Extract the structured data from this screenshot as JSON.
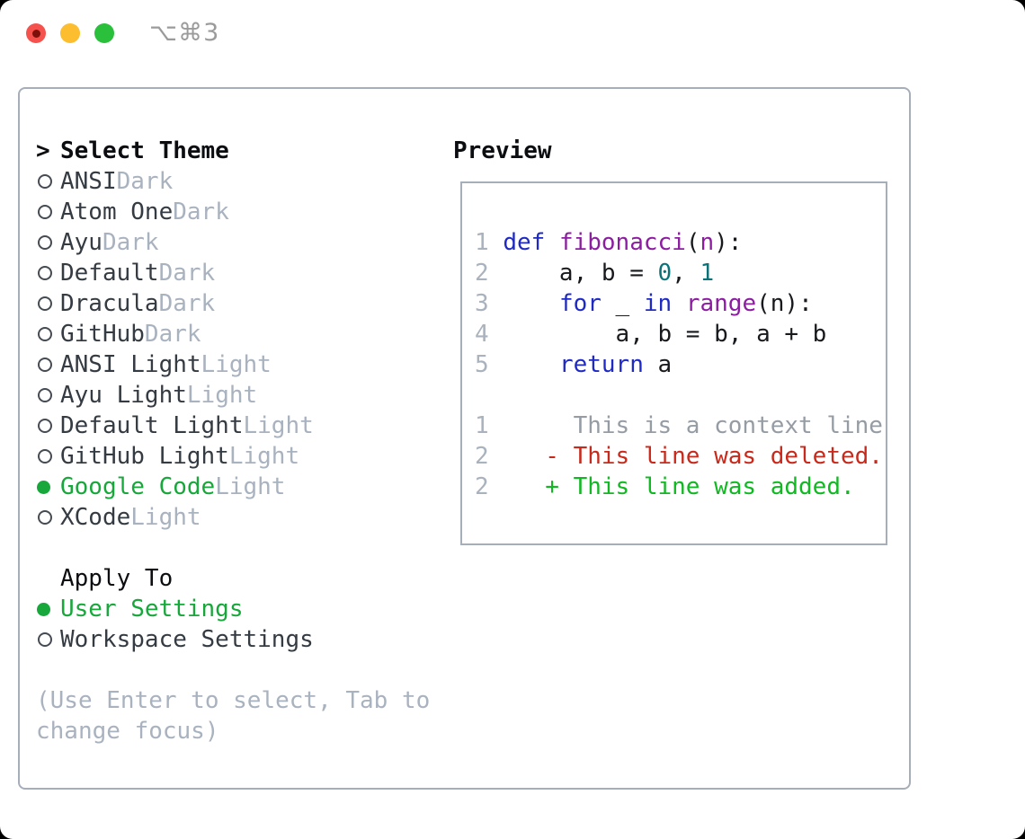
{
  "window": {
    "title": "⌥⌘3"
  },
  "titlebar": {
    "buttons": [
      "close",
      "minimize",
      "zoom"
    ]
  },
  "theme_picker": {
    "cursor": ">",
    "header": "Select Theme",
    "items": [
      {
        "name": "ANSI",
        "tag": "Dark",
        "selected": false
      },
      {
        "name": "Atom One",
        "tag": "Dark",
        "selected": false
      },
      {
        "name": "Ayu",
        "tag": "Dark",
        "selected": false
      },
      {
        "name": "Default",
        "tag": "Dark",
        "selected": false
      },
      {
        "name": "Dracula",
        "tag": "Dark",
        "selected": false
      },
      {
        "name": "GitHub",
        "tag": "Dark",
        "selected": false
      },
      {
        "name": "ANSI Light",
        "tag": "Light",
        "selected": false
      },
      {
        "name": "Ayu Light",
        "tag": "Light",
        "selected": false
      },
      {
        "name": "Default Light",
        "tag": "Light",
        "selected": false
      },
      {
        "name": "GitHub Light",
        "tag": "Light",
        "selected": false
      },
      {
        "name": "Google Code",
        "tag": "Light",
        "selected": true
      },
      {
        "name": "XCode",
        "tag": "Light",
        "selected": false
      }
    ]
  },
  "apply_to": {
    "header": "Apply To",
    "options": [
      {
        "label": "User Settings",
        "selected": true
      },
      {
        "label": "Workspace Settings",
        "selected": false
      }
    ]
  },
  "help_text": [
    "(Use Enter to select, Tab to",
    "change focus)"
  ],
  "preview": {
    "header": "Preview",
    "lines": [
      {
        "kind": "code",
        "tokens": [
          [
            "ln",
            "1 "
          ],
          [
            "kw",
            "def"
          ],
          [
            "pl",
            " "
          ],
          [
            "fn",
            "fibonacci"
          ],
          [
            "pl",
            "("
          ],
          [
            "fn",
            "n"
          ],
          [
            "pl",
            "):"
          ]
        ]
      },
      {
        "kind": "code",
        "tokens": [
          [
            "ln",
            "2 "
          ],
          [
            "pl",
            "    a, b = "
          ],
          [
            "num",
            "0"
          ],
          [
            "pl",
            ", "
          ],
          [
            "num",
            "1"
          ]
        ]
      },
      {
        "kind": "code",
        "tokens": [
          [
            "ln",
            "3 "
          ],
          [
            "pl",
            "    "
          ],
          [
            "kw",
            "for"
          ],
          [
            "pl",
            " _ "
          ],
          [
            "kw",
            "in"
          ],
          [
            "pl",
            " "
          ],
          [
            "fn",
            "range"
          ],
          [
            "pl",
            "(n):"
          ]
        ]
      },
      {
        "kind": "code",
        "tokens": [
          [
            "ln",
            "4 "
          ],
          [
            "pl",
            "        a, b = b, a + b"
          ]
        ]
      },
      {
        "kind": "code",
        "tokens": [
          [
            "ln",
            "5 "
          ],
          [
            "pl",
            "    "
          ],
          [
            "kw",
            "return"
          ],
          [
            "pl",
            " a"
          ]
        ]
      },
      {
        "kind": "blank",
        "tokens": []
      },
      {
        "kind": "context",
        "tokens": [
          [
            "ln",
            "1"
          ],
          [
            "ctx",
            "      This is a context line."
          ]
        ]
      },
      {
        "kind": "deleted",
        "tokens": [
          [
            "ln",
            "2"
          ],
          [
            "del",
            "    - This line was deleted."
          ]
        ]
      },
      {
        "kind": "added",
        "tokens": [
          [
            "ln",
            "2"
          ],
          [
            "add",
            "    + This line was added."
          ]
        ]
      }
    ]
  },
  "colors": {
    "tl-red": "#f5524d",
    "tl-red-inner": "#7d100a",
    "tl-yellow": "#fcbd2e",
    "tl-green": "#2ac03c",
    "title-gray": "#9b9b9b",
    "border": "#a6aeba",
    "heading": "#0b0d10",
    "item": "#353b42",
    "muted": "#a9b2bf",
    "green": "#17a73a",
    "ln": "#a9b2bd",
    "kw": "#1f2ac4",
    "fn": "#8c1da1",
    "num": "#0d7277",
    "plain": "#17191d",
    "ctx": "#959ca4",
    "del": "#c9291a",
    "add": "#10b822"
  }
}
